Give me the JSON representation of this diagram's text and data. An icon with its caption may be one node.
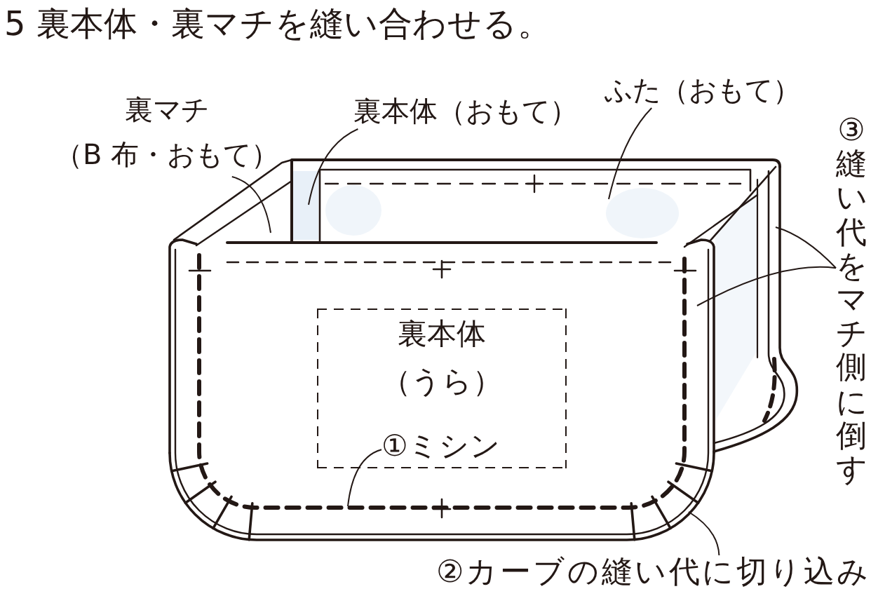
{
  "diagram": {
    "title": "5 裏本体・裏マチを縫い合わせる。",
    "nodes": [
      {
        "text": [
          "裏マチ",
          "（B 布・おもて）"
        ]
      },
      {
        "text": [
          "裏本体（おもて）"
        ]
      },
      {
        "text": [
          "ふた（おもて）"
        ]
      },
      {
        "text": [
          "裏本体",
          "（うら）"
        ]
      },
      {
        "text": [
          "①ミシン"
        ],
        "in": 3
      },
      {
        "text": [
          "③縫い代をマチ側に倒す"
        ]
      },
      {
        "text": [
          "②カーブの縫い代に切り込み"
        ]
      }
    ],
    "edges": [
      {
        "from": 0,
        "to": null,
        "arrow": "none"
      },
      {
        "from": 1,
        "to": null,
        "arrow": "none"
      },
      {
        "from": 2,
        "to": null,
        "arrow": "none"
      },
      {
        "from": 5,
        "to": null,
        "arrow": "none"
      },
      {
        "from": 5,
        "to": null,
        "arrow": "none"
      },
      {
        "from": 4,
        "to": null,
        "arrow": "none"
      },
      {
        "from": 6,
        "to": null,
        "arrow": "none"
      }
    ]
  }
}
